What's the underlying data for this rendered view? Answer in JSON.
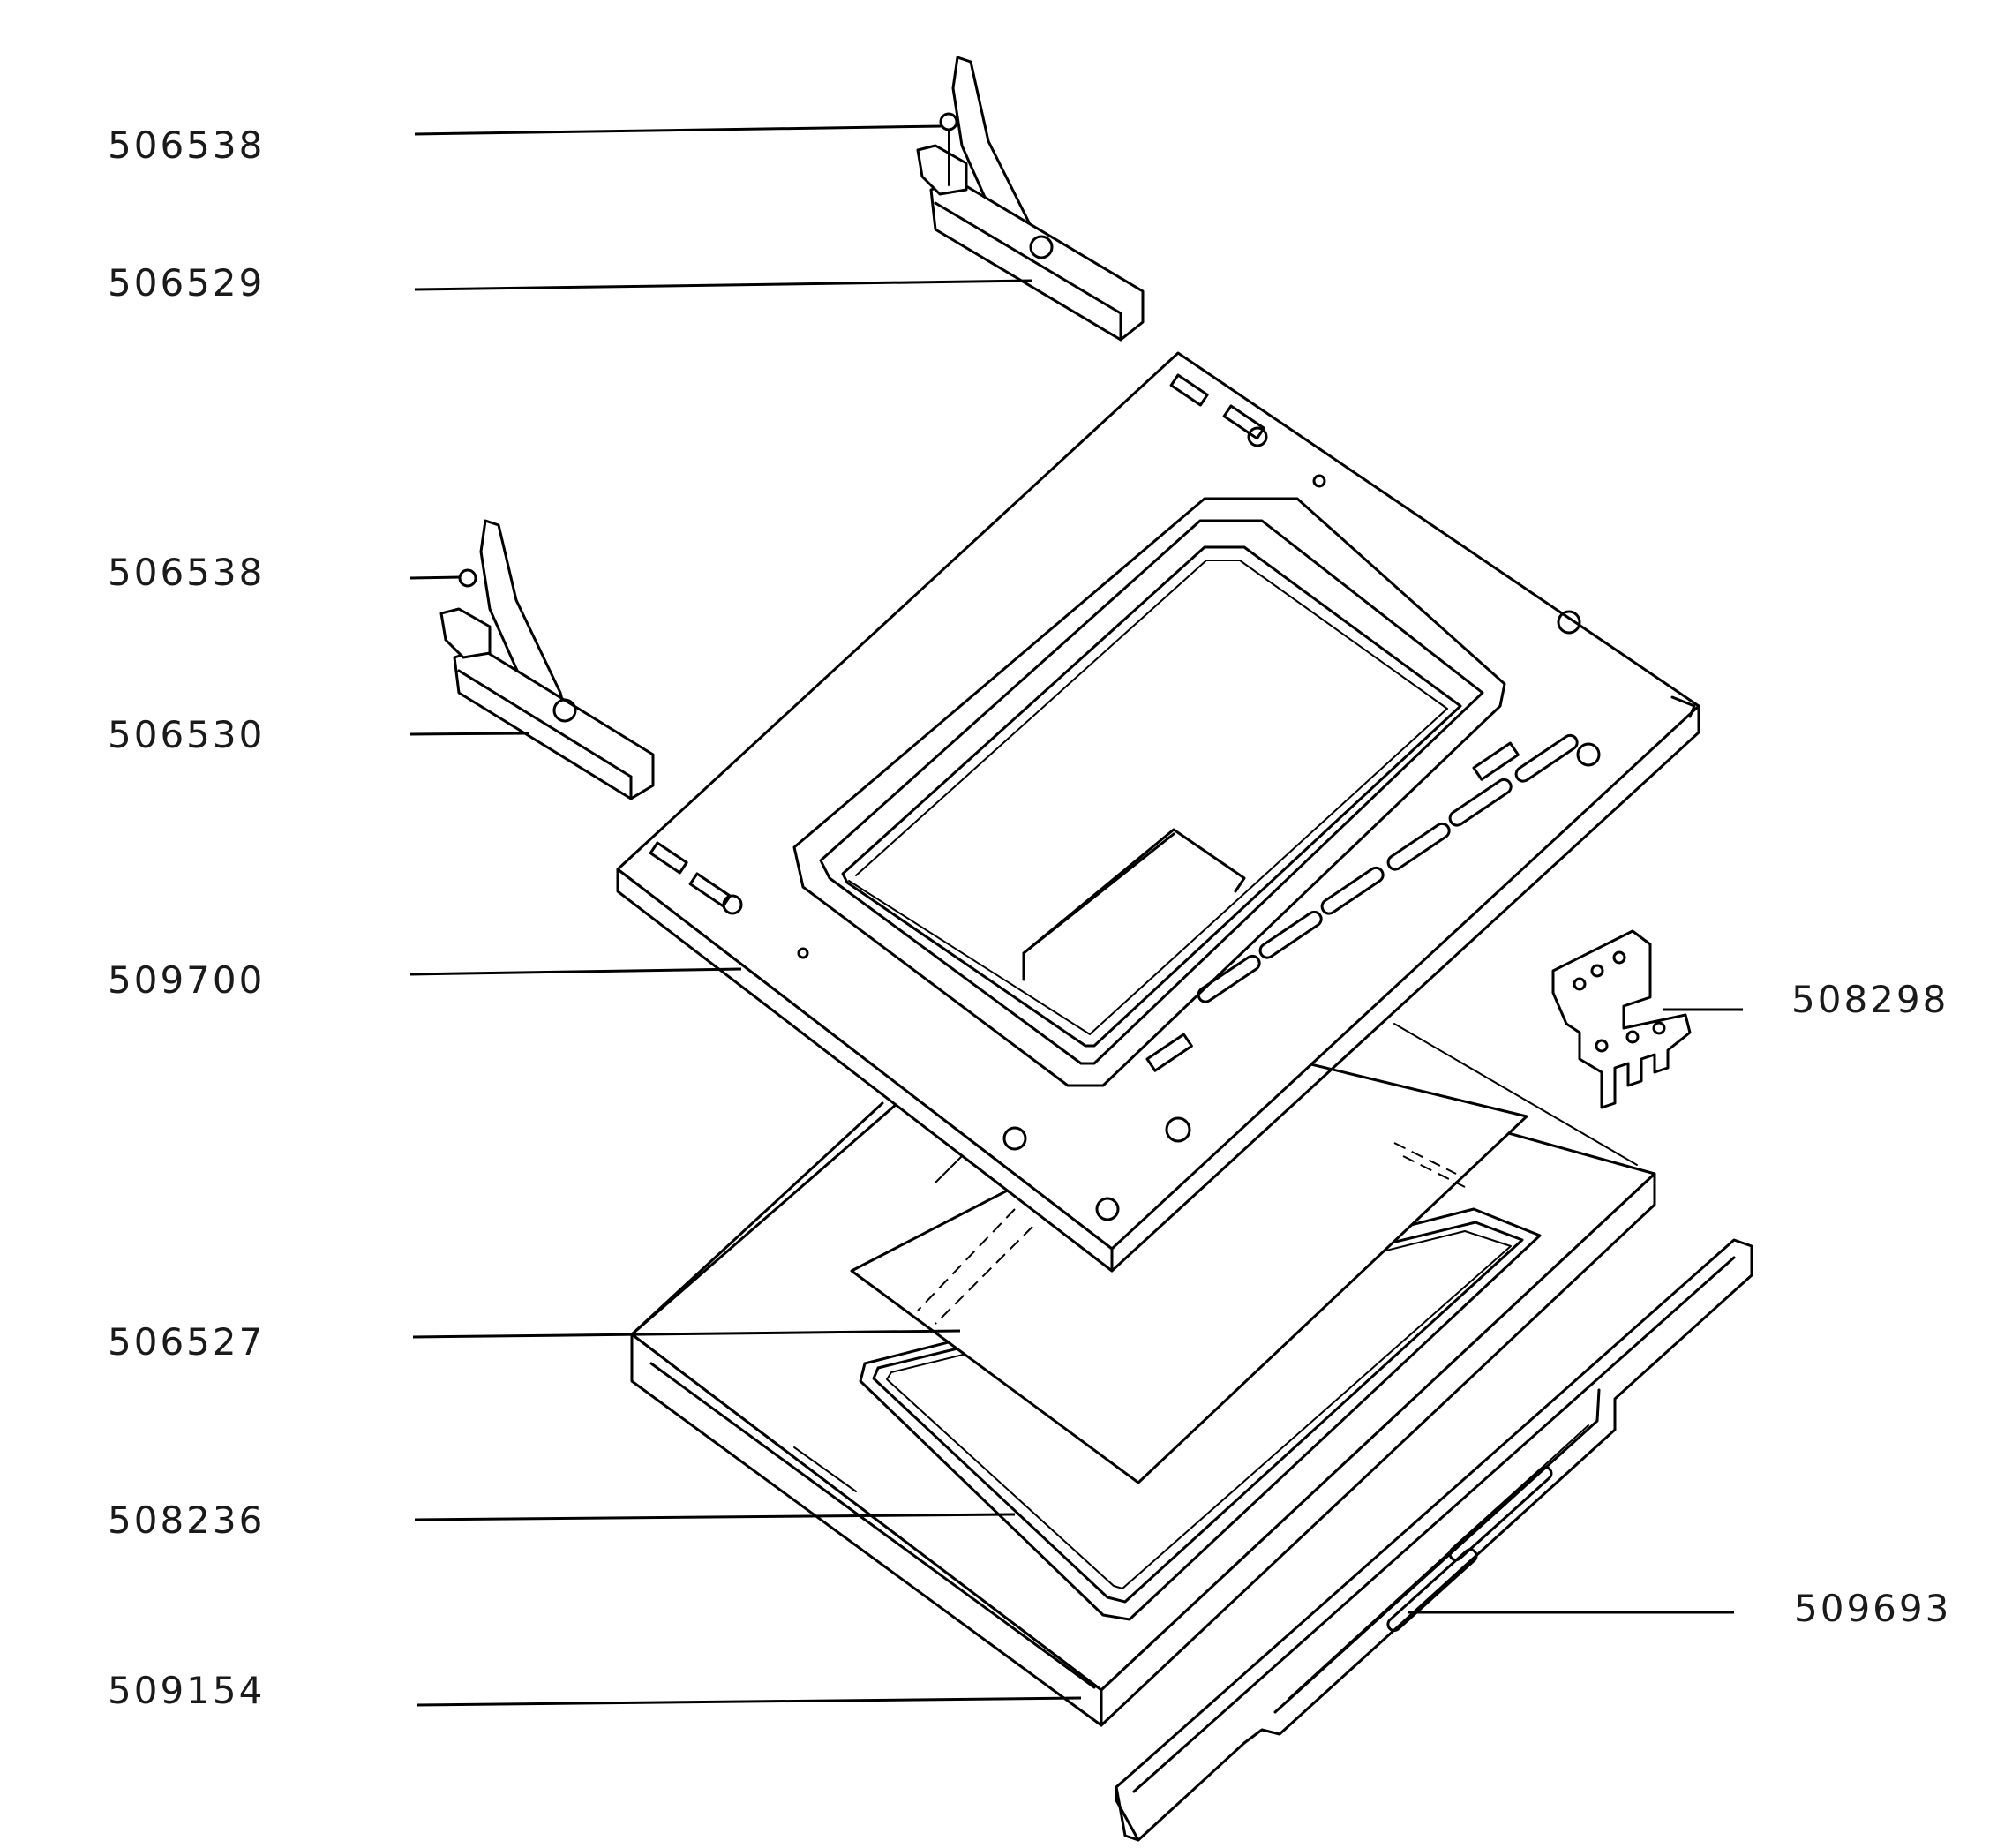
{
  "parts": [
    {
      "id": "hinge-screw-upper",
      "number": "506538"
    },
    {
      "id": "hinge-right",
      "number": "506529"
    },
    {
      "id": "hinge-screw-lower",
      "number": "506538"
    },
    {
      "id": "hinge-left",
      "number": "506530"
    },
    {
      "id": "inner-door-panel",
      "number": "509700"
    },
    {
      "id": "inner-glass",
      "number": "506527"
    },
    {
      "id": "glass-seal",
      "number": "508236"
    },
    {
      "id": "outer-door-frame",
      "number": "509154"
    },
    {
      "id": "door-bracket",
      "number": "508298"
    },
    {
      "id": "door-handle-profile",
      "number": "509693"
    }
  ]
}
